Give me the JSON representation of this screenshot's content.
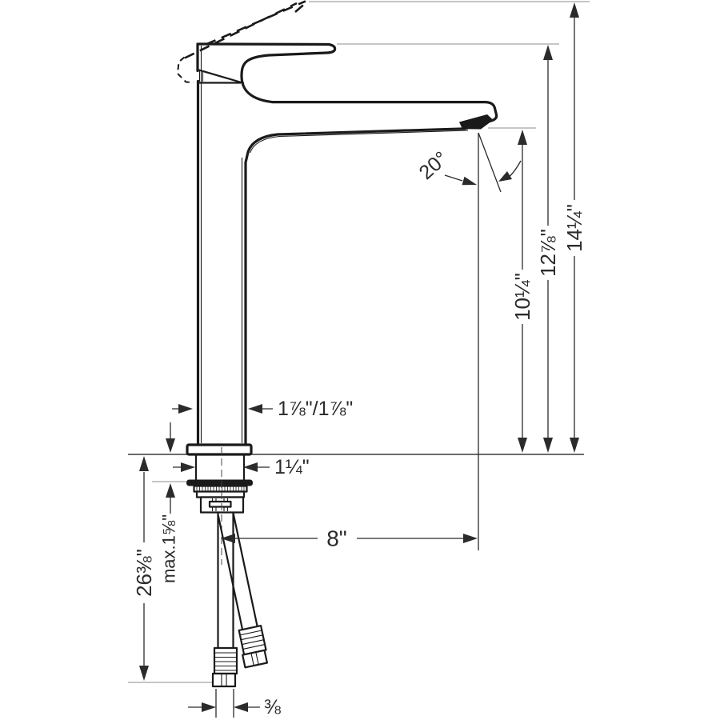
{
  "drawing": {
    "subject": "tall-single-lever-basin-faucet-dimension-diagram",
    "colors": {
      "background": "#ffffff",
      "outline": "#1a1a1a",
      "dimension": "#2b2b2b",
      "extension": "#8c8c8c"
    },
    "dims": {
      "spout_angle": "20°",
      "overall_height": "14¼\"",
      "height_to_spout_top": "12⅞\"",
      "outlet_height": "10¼\"",
      "body_width_depth": "1⅞\"/1⅞\"",
      "shank_width": "1¼\"",
      "max_deck_thickness": "max.1⅝\"",
      "hose_length": "26⅜\"",
      "outlet_reach": "8\"",
      "supply_connection": "⅜"
    }
  }
}
